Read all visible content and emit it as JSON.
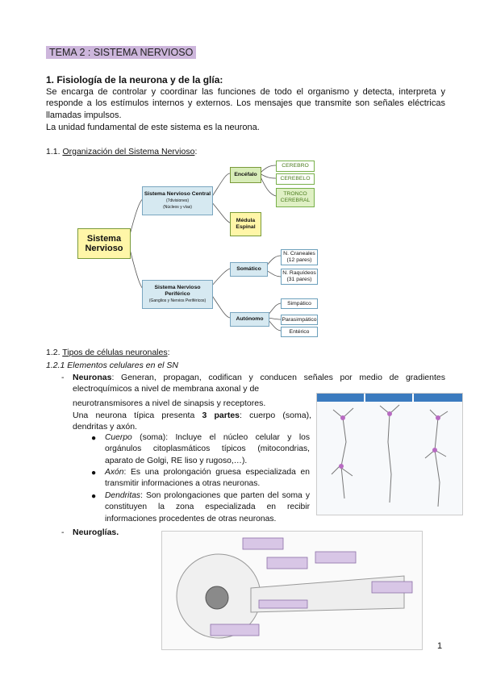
{
  "title": "TEMA 2 : SISTEMA NERVIOSO",
  "section1": {
    "heading": "1. Fisiología de la neurona y de la glía:",
    "paragraph": "Se encarga de controlar y coordinar las funciones de todo el organismo y detecta, interpreta y responde a los estímulos internos y externos. Los mensajes que transmite son señales eléctricas llamadas impulsos.",
    "paragraph2": "La unidad fundamental de este sistema es la neurona."
  },
  "section11": {
    "number": "1.1. ",
    "title": "Organización del Sistema Nervioso",
    "suffix": ":"
  },
  "diagram": {
    "root": "Sistema Nervioso",
    "central": {
      "label": "Sistema Nervioso Central",
      "note": "(7divisiones)",
      "sub": "(Núcleos y vías)"
    },
    "encefalo": "Encéfalo",
    "cerebro": "CEREBRO",
    "cerebelo": "CEREBELO",
    "tronco": "TRONCO CEREBRAL",
    "medula": "Médula Espinal",
    "periferico": {
      "label": "Sistema Nervioso Periférico",
      "sub": "(Ganglios y Nervios Periféricos)"
    },
    "somatico": "Somático",
    "craneales": "N. Craneales (12 pares)",
    "raquideos": "N. Raquídeos (31 pares)",
    "autonomo": "Autónomo",
    "simpatico": "Simpático",
    "parasimpatico": "Parasimpático",
    "enterico": "Entérico"
  },
  "section12": {
    "number": "1.2. ",
    "title": "Tipos de células neuronales",
    "suffix": ":"
  },
  "section121": {
    "title": "1.2.1 Elementos celulares en el SN"
  },
  "neuronas": {
    "dash": "-",
    "label": "Neuronas",
    "text1": ": Generan, propagan, codifican y conducen señales por medio de gradientes electroquímicos a nivel de membrana axonal y de",
    "text2": "neurotransmisores a nivel de sinapsis y receptores.",
    "parts_pre": "Una neurona típica presenta ",
    "parts_bold": "3 partes",
    "parts_post": ": cuerpo (soma), dendritas y axón.",
    "bullets": [
      {
        "term": "Cuerpo",
        "text": " (soma): Incluye el núcleo celular y los orgánulos citoplasmáticos típicos (mitocondrias, aparato de Golgi, RE liso y rugoso,…)."
      },
      {
        "term": "Axón",
        "text": ": Es una prolongación gruesa especializada en transmitir informaciones a otras neuronas."
      },
      {
        "term": "Dendritas",
        "text": ": Son prolongaciones que parten del soma y constituyen la zona especializada en recibir informaciones procedentes de otras neuronas."
      }
    ]
  },
  "neuroglias": {
    "dash": "-",
    "label": "Neuroglías."
  },
  "page_number": "1"
}
